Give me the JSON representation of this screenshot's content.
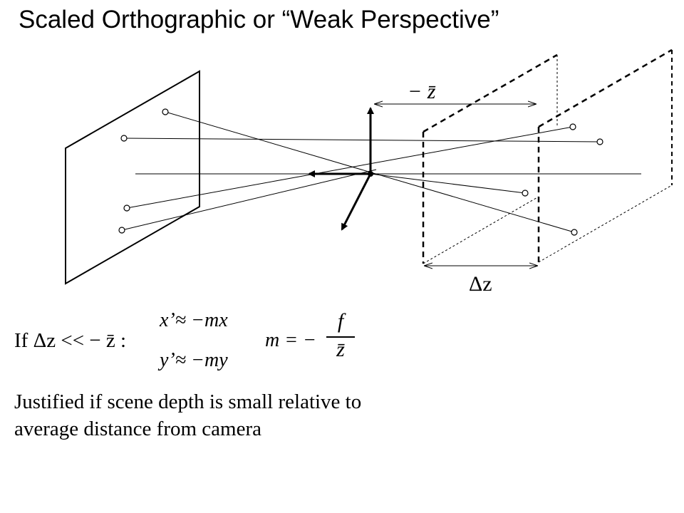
{
  "title": "Scaled Orthographic or “Weak Perspective”",
  "diagram": {
    "neg_zbar_label": "− z̄",
    "delta_z_label": "Δz"
  },
  "condition": {
    "if_label": "If Δz << − z̄ :",
    "eq1": "x’≈ −mx",
    "eq2": "y’≈ −my",
    "m_label": "m = −",
    "frac_num": "f",
    "frac_den": "z̄"
  },
  "note": {
    "line1": "Justified if scene depth is small relative to",
    "line2": "average distance from camera"
  },
  "colors": {
    "ink": "#000000",
    "background": "#ffffff"
  }
}
